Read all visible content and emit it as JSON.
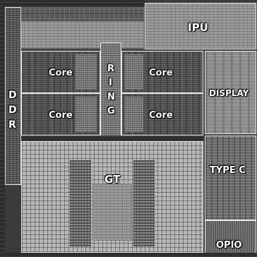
{
  "labels": {
    "ipu": "IPU",
    "core_top_left": "Core",
    "core_top_right": "Core",
    "core_bottom_left": "Core",
    "core_bottom_right": "Core",
    "ring": [
      "R",
      "I",
      "N",
      "G"
    ],
    "ddr": [
      "D",
      "D",
      "R"
    ],
    "display": "DISPLAY",
    "gt": "GT",
    "type_c": "TYPE C",
    "opio": "OPIO"
  }
}
